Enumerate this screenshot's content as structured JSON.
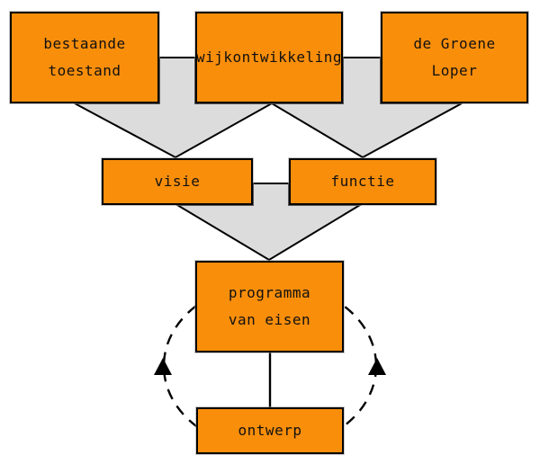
{
  "diagram": {
    "nodes": {
      "bestaande_toestand": {
        "label": "bestaande toestand",
        "lines": [
          "bestaande",
          "toestand"
        ]
      },
      "wijkontwikkeling": {
        "label": "wijkontwikkeling",
        "lines": [
          "wijkontwikkeling"
        ]
      },
      "de_groene_loper": {
        "label": "de Groene Loper",
        "lines": [
          "de Groene",
          "Loper"
        ]
      },
      "visie": {
        "label": "visie",
        "lines": [
          "visie"
        ]
      },
      "functie": {
        "label": "functie",
        "lines": [
          "functie"
        ]
      },
      "programma_van_eisen": {
        "label": "programma van eisen",
        "lines": [
          "programma",
          "van eisen"
        ]
      },
      "ontwerp": {
        "label": "ontwerp",
        "lines": [
          "ontwerp"
        ]
      }
    },
    "edges": [
      {
        "from": [
          "bestaande toestand",
          "wijkontwikkeling"
        ],
        "to": "visie",
        "style": "gray-funnel"
      },
      {
        "from": [
          "wijkontwikkeling",
          "de Groene Loper"
        ],
        "to": "functie",
        "style": "gray-funnel"
      },
      {
        "from": [
          "visie",
          "functie"
        ],
        "to": "programma van eisen",
        "style": "gray-funnel"
      },
      {
        "from": "programma van eisen",
        "to": "ontwerp",
        "style": "solid-line"
      },
      {
        "from": "ontwerp",
        "to": "programma van eisen",
        "style": "dashed-ellipse-feedback-loop",
        "arrowheads": [
          "left-up",
          "right-up"
        ]
      }
    ],
    "colors": {
      "node_fill": "#F98E0B",
      "node_border": "#000000",
      "funnel_fill": "#DCDCDC",
      "line_color": "#000000",
      "background": "#FFFFFF",
      "text": "#111111"
    }
  }
}
